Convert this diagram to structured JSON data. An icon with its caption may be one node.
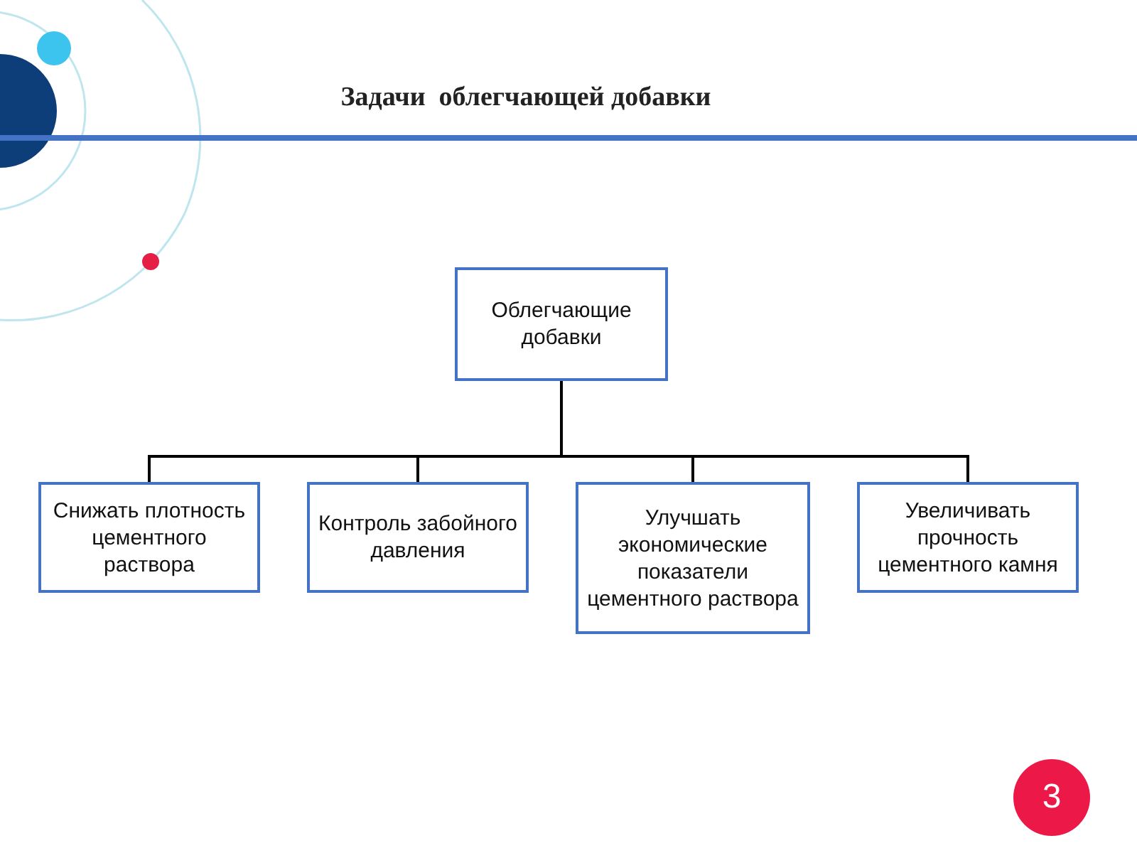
{
  "diagram": {
    "title": "Задачи  облегчающей добавки",
    "nodes": [
      {
        "text": [
          "Облегчающие добавки"
        ]
      },
      {
        "text": [
          "Снижать плотность цементного раствора"
        ]
      },
      {
        "text": [
          "Контроль забойного давления"
        ]
      },
      {
        "text": [
          "Улучшать экономические показатели цементного раствора"
        ]
      },
      {
        "text": [
          "Увеличивать прочность цементного камня"
        ]
      }
    ],
    "edges": [
      {
        "from": 0,
        "to": 1,
        "arrow": "none"
      },
      {
        "from": 0,
        "to": 2,
        "arrow": "none"
      },
      {
        "from": 0,
        "to": 3,
        "arrow": "none"
      },
      {
        "from": 0,
        "to": 4,
        "arrow": "none"
      }
    ],
    "labels": [
      "3"
    ]
  }
}
